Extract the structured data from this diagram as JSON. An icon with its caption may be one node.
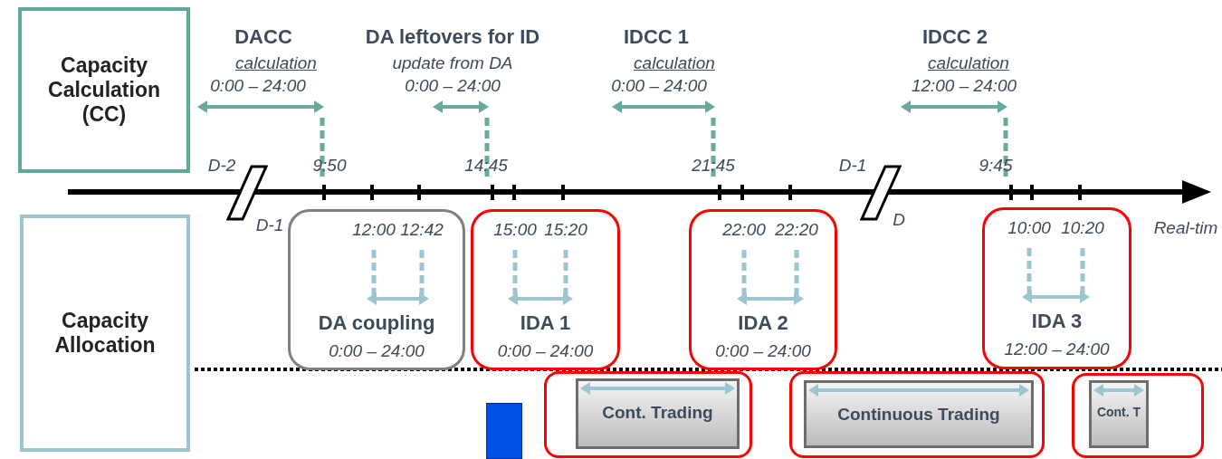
{
  "diagram": {
    "nodes": [
      {
        "text": [
          "Capacity Calculation (CC)"
        ]
      },
      {
        "text": [
          "Capacity Allocation"
        ]
      },
      {
        "text": [
          "12:00",
          "12:42",
          "DA coupling",
          "0:00 – 24:00"
        ]
      },
      {
        "text": [
          "15:00",
          "15:20",
          "IDA 1",
          "0:00 – 24:00"
        ]
      },
      {
        "text": [
          "22:00",
          "22:20",
          "IDA 2",
          "0:00 – 24:00"
        ]
      },
      {
        "text": [
          "10:00",
          "10:20",
          "IDA 3",
          "12:00 – 24:00"
        ]
      },
      {
        "text": [
          "Cont. Trading"
        ]
      },
      {
        "text": [
          "Continuous Trading"
        ]
      },
      {
        "text": [
          "Cont. T"
        ]
      }
    ],
    "edges": [],
    "labels": [
      "DACC",
      "calculation",
      "0:00 – 24:00",
      "DA leftovers for ID",
      "update from DA",
      "0:00 – 24:00",
      "IDCC 1",
      "calculation",
      "0:00 – 24:00",
      "IDCC 2",
      "calculation",
      "12:00 – 24:00",
      "D-2",
      "9:50",
      "14:45",
      "21:45",
      "D-1",
      "9:45",
      "D-1",
      "D",
      "Real-tim"
    ]
  }
}
